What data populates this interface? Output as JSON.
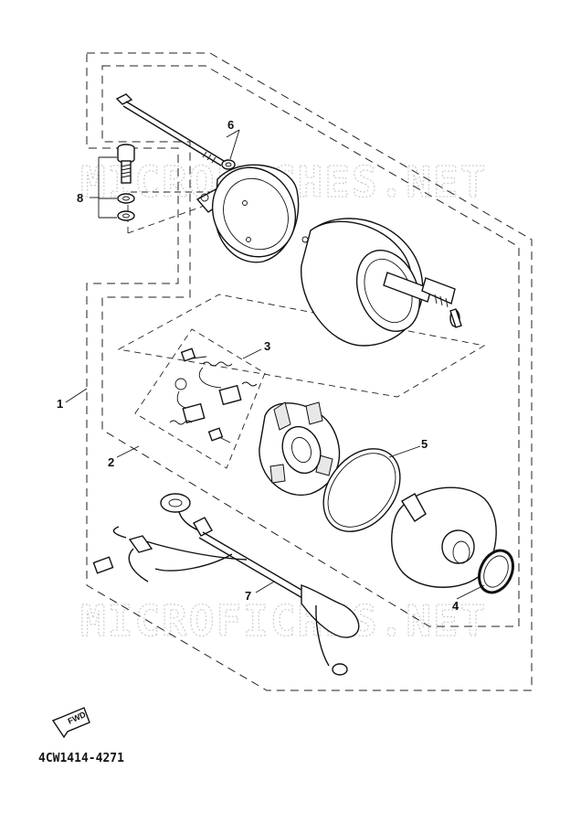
{
  "watermarks": [
    "MICROFICHES.NET",
    "MICROFICHES.NET"
  ],
  "callouts": [
    {
      "id": "1",
      "label": "1"
    },
    {
      "id": "2",
      "label": "2"
    },
    {
      "id": "3",
      "label": "3"
    },
    {
      "id": "4",
      "label": "4"
    },
    {
      "id": "5",
      "label": "5"
    },
    {
      "id": "6",
      "label": "6"
    },
    {
      "id": "7",
      "label": "7"
    },
    {
      "id": "8",
      "label": "8"
    }
  ],
  "fwd_label": "FWD",
  "part_code": "4CW1414-4271"
}
